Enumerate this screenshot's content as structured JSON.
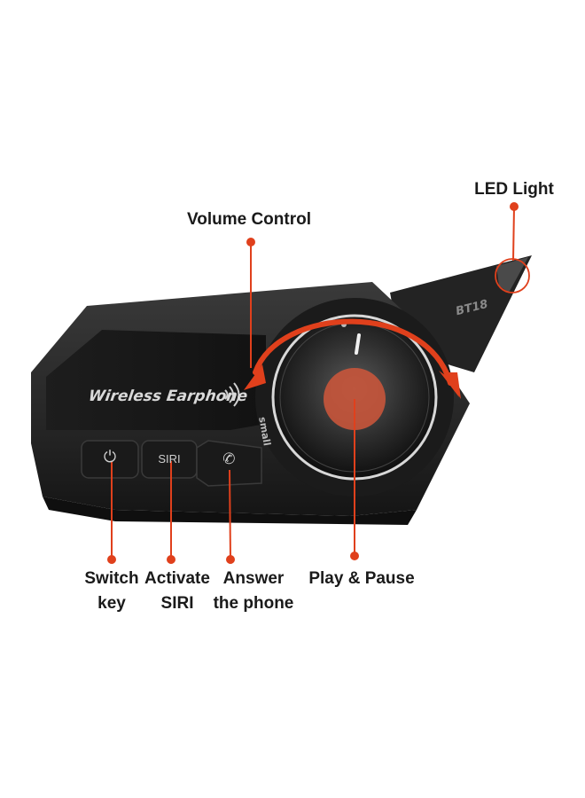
{
  "device": {
    "brand_text": "Wireless Earphone",
    "model_text": "BT18",
    "dial_text": "small",
    "siri_button_text": "SIRI",
    "power_icon": "power-icon",
    "phone_icon": "phone-icon",
    "wifi_icon": "signal-waves-icon"
  },
  "callouts": {
    "led": {
      "text": "LED Light"
    },
    "volume": {
      "text": "Volume Control"
    },
    "switch": {
      "line1": "Switch",
      "line2": "key"
    },
    "siri": {
      "line1": "Activate",
      "line2": "SIRI"
    },
    "answer": {
      "line1": "Answer",
      "line2": "the phone"
    },
    "play": {
      "text": "Play & Pause"
    }
  },
  "colors": {
    "callout_red": "#e0401c",
    "device_body": "#2b2b2b",
    "device_dark": "#161616",
    "label_text": "#1a1a1a",
    "play_circle": "#c8553b"
  }
}
